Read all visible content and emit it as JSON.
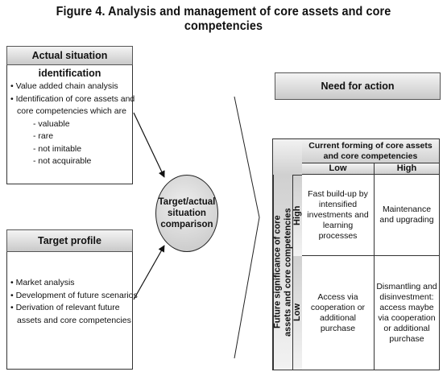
{
  "title": "Figure 4. Analysis and management of core assets and core competencies",
  "actual_box": {
    "header": "Actual situation identification",
    "items": [
      "• Value added chain analysis",
      "• Identification of core assets and",
      "core competencies which are"
    ],
    "sub_items": [
      "- valuable",
      "- rare",
      "- not imitable",
      "- not acquirable"
    ]
  },
  "target_box": {
    "header": "Target profile",
    "items": [
      "• Market analysis",
      "• Development of future scenarios",
      "• Derivation of relevant future",
      "assets and core competencies"
    ]
  },
  "comparison": {
    "line1": "Target/actual",
    "line2": "situation",
    "line3": "comparison"
  },
  "action": {
    "header": "Need for action",
    "matrix": {
      "col_title_1": "Current forming of core assets",
      "col_title_2": "and core competencies",
      "col_low": "Low",
      "col_high": "High",
      "row_title_1": "Future significance of core",
      "row_title_2": "assets and core competencies",
      "row_high": "High",
      "row_low": "Low",
      "cells": {
        "high_low": [
          "Fast build-up by",
          "intensified",
          "investments and",
          "learning",
          "processes"
        ],
        "high_high": [
          "Maintenance",
          "and upgrading"
        ],
        "low_low": [
          "Access via",
          "cooperation or",
          "additional",
          "purchase"
        ],
        "low_high": [
          "Dismantling and",
          "disinvestment:",
          "access maybe",
          "via cooperation",
          "or additional",
          "purchase"
        ]
      }
    }
  }
}
